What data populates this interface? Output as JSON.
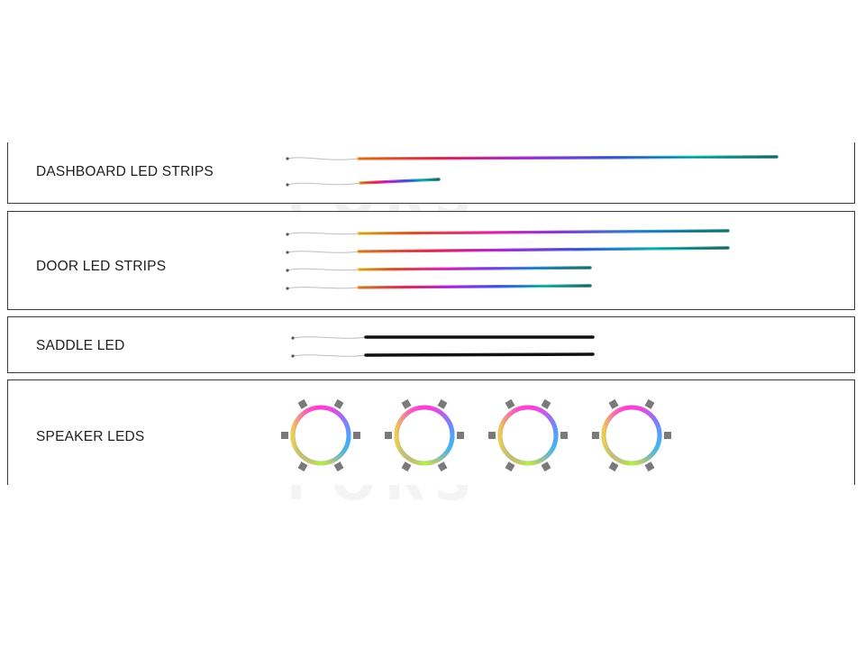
{
  "sections": [
    {
      "label": "DASHBOARD LED STRIPS",
      "kind": "strips",
      "strip_count": 2
    },
    {
      "label": "DOOR LED STRIPS",
      "kind": "strips",
      "strip_count": 4
    },
    {
      "label": "SADDLE LED",
      "kind": "saddle",
      "strip_count": 2
    },
    {
      "label": "SPEAKER LEDS",
      "kind": "rings",
      "ring_count": 4
    }
  ],
  "watermark": "FORS",
  "colors": {
    "frame": "#3a3a3a",
    "text": "#1e1e1e",
    "rgb_gradient": [
      "#ff9a3a",
      "#ff3d6e",
      "#c63aff",
      "#4a6bff",
      "#2fd0c9",
      "#1e7d7b"
    ],
    "ring_gradient": [
      "#ff3fd6",
      "#b04dff",
      "#4aa8ff",
      "#2fe0c2",
      "#b7f04a",
      "#ffd23a"
    ],
    "saddle": "#111111",
    "mount_tab": "#7a7a7a"
  }
}
